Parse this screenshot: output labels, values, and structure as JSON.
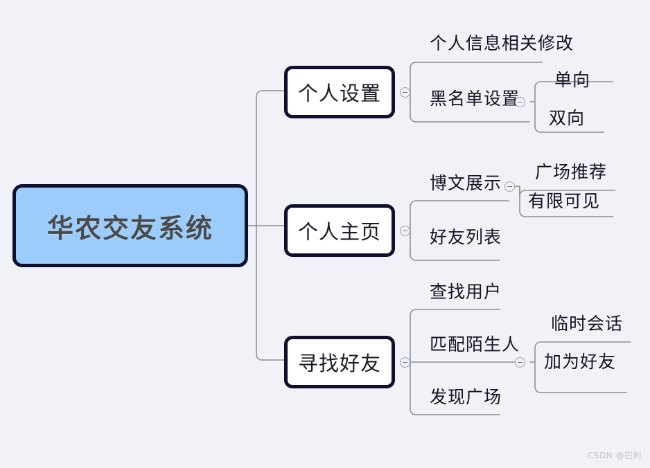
{
  "background_color": "#f0f2f7",
  "theme": {
    "root_fill": "#9cccfb",
    "root_border": "#10102e",
    "branch_fill": "#ffffff",
    "branch_border": "#10102e",
    "connector_color": "#8b9199",
    "leaf_text_color": "#14141f",
    "watermark_color": "#c2c6cd"
  },
  "root": {
    "label": "华农交友系统"
  },
  "branches": [
    {
      "label": "个人设置",
      "toggle": "collapse-toggle-minus",
      "children": [
        {
          "label": "个人信息相关修改",
          "children": []
        },
        {
          "label": "黑名单设置",
          "toggle": "collapse-toggle-minus",
          "children": [
            {
              "label": "单向"
            },
            {
              "label": "双向"
            }
          ]
        }
      ]
    },
    {
      "label": "个人主页",
      "toggle": "collapse-toggle-minus",
      "children": [
        {
          "label": "博文展示",
          "toggle": "collapse-toggle-minus",
          "children": [
            {
              "label": "广场推荐"
            },
            {
              "label": "有限可见"
            }
          ]
        },
        {
          "label": "好友列表",
          "children": []
        }
      ]
    },
    {
      "label": "寻找好友",
      "toggle": "collapse-toggle-minus",
      "children": [
        {
          "label": "查找用户",
          "children": []
        },
        {
          "label": "匹配陌生人",
          "toggle": "collapse-toggle-minus",
          "children": [
            {
              "label": "临时会话"
            },
            {
              "label": "加为好友"
            }
          ]
        },
        {
          "label": "发现广场",
          "children": []
        }
      ]
    }
  ],
  "watermark": {
    "text": "CSDN @巴利"
  }
}
